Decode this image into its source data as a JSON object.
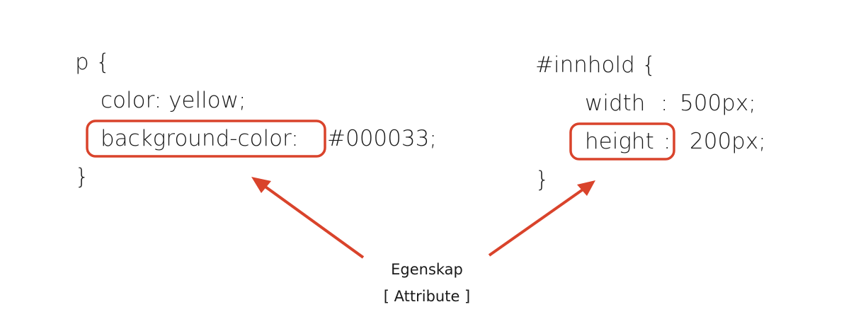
{
  "left_block": {
    "open": "p {",
    "line1": "color: yellow;",
    "line2_prop": "background-color:",
    "line2_val": "#000033;",
    "close": "}"
  },
  "right_block": {
    "open": "#innhold {",
    "line1_prop": "width",
    "line1_sep": ":",
    "line1_val": "500px;",
    "line2_prop": "height",
    "line2_sep": ":",
    "line2_val": "200px;",
    "close": "}"
  },
  "caption": {
    "line1": "Egenskap",
    "line2": "[ Attribute ]"
  },
  "colors": {
    "highlight": "#d9432b",
    "text": "#1a1a1a",
    "background": "#ffffff"
  }
}
